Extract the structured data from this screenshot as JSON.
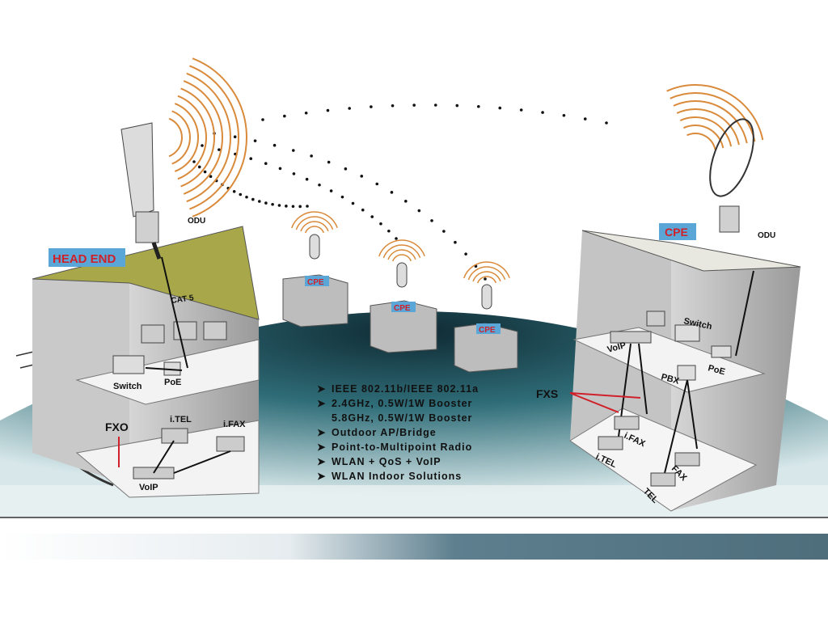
{
  "head_end": {
    "title": "HEAD END",
    "odu": "ODU",
    "cat5": "CAT 5",
    "switch": "Switch",
    "poe": "PoE",
    "fxo": "FXO",
    "itel": "i.TEL",
    "ifax": "i.FAX",
    "voip": "VoIP"
  },
  "cpe_sites": [
    {
      "label": "CPE"
    },
    {
      "label": "CPE"
    },
    {
      "label": "CPE"
    }
  ],
  "features": [
    "IEEE 802.11b/IEEE 802.11a",
    "2.4GHz, 0.5W/1W Booster",
    "5.8GHz, 0.5W/1W Booster",
    "Outdoor AP/Bridge",
    "Point-to-Multipoint Radio",
    "WLAN + QoS + VoIP",
    "WLAN Indoor Solutions"
  ],
  "bullet_icon": "arrowhead-bullet",
  "cpe_building": {
    "title": "CPE",
    "odu": "ODU",
    "switch": "Switch",
    "voip": "VoIP",
    "poe": "PoE",
    "pbx": "PBX",
    "fxs": "FXS",
    "ifax": "i.FAX",
    "itel": "i.TEL",
    "fax": "FAX",
    "tel": "TEL"
  },
  "colors": {
    "label_box": "#5aa6d6",
    "label_text": "#d0202a",
    "dome": "#2f6d78",
    "roof": "#a8a84a",
    "signal": "#d98a3a"
  }
}
